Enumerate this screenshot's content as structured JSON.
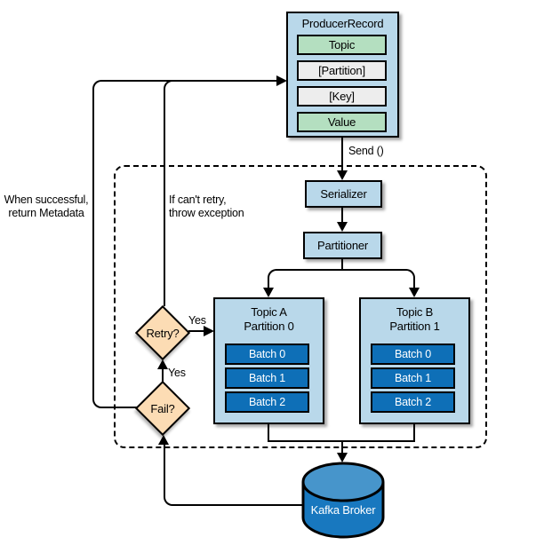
{
  "producer_record": {
    "title": "ProducerRecord",
    "fields": [
      {
        "label": "Topic"
      },
      {
        "label": "[Partition]"
      },
      {
        "label": "[Key]"
      },
      {
        "label": "Value"
      }
    ]
  },
  "flow": {
    "send_label": "Send ()",
    "serializer_label": "Serializer",
    "partitioner_label": "Partitioner"
  },
  "partitions": [
    {
      "title": "Topic A\nPartition 0",
      "batches": [
        "Batch 0",
        "Batch 1",
        "Batch 2"
      ]
    },
    {
      "title": "Topic B\nPartition 1",
      "batches": [
        "Batch 0",
        "Batch 1",
        "Batch 2"
      ]
    }
  ],
  "decisions": {
    "retry_label": "Retry?",
    "fail_label": "Fail?",
    "retry_yes_label": "Yes",
    "fail_yes_label": "Yes"
  },
  "annotations": {
    "success_note": "When successful,\nreturn Metadata",
    "cant_retry_note": "If can't retry,\nthrow exception"
  },
  "broker": {
    "label": "Kafka Broker"
  },
  "colors": {
    "node_fill": "#b9d8ea",
    "field_green": "#b4dfc0",
    "field_gray": "#ededed",
    "batch_blue": "#0e6fb7",
    "decision_fill": "#fcdcb4",
    "broker_body": "#1878bf",
    "broker_top": "#4795cb",
    "line": "#000000"
  }
}
